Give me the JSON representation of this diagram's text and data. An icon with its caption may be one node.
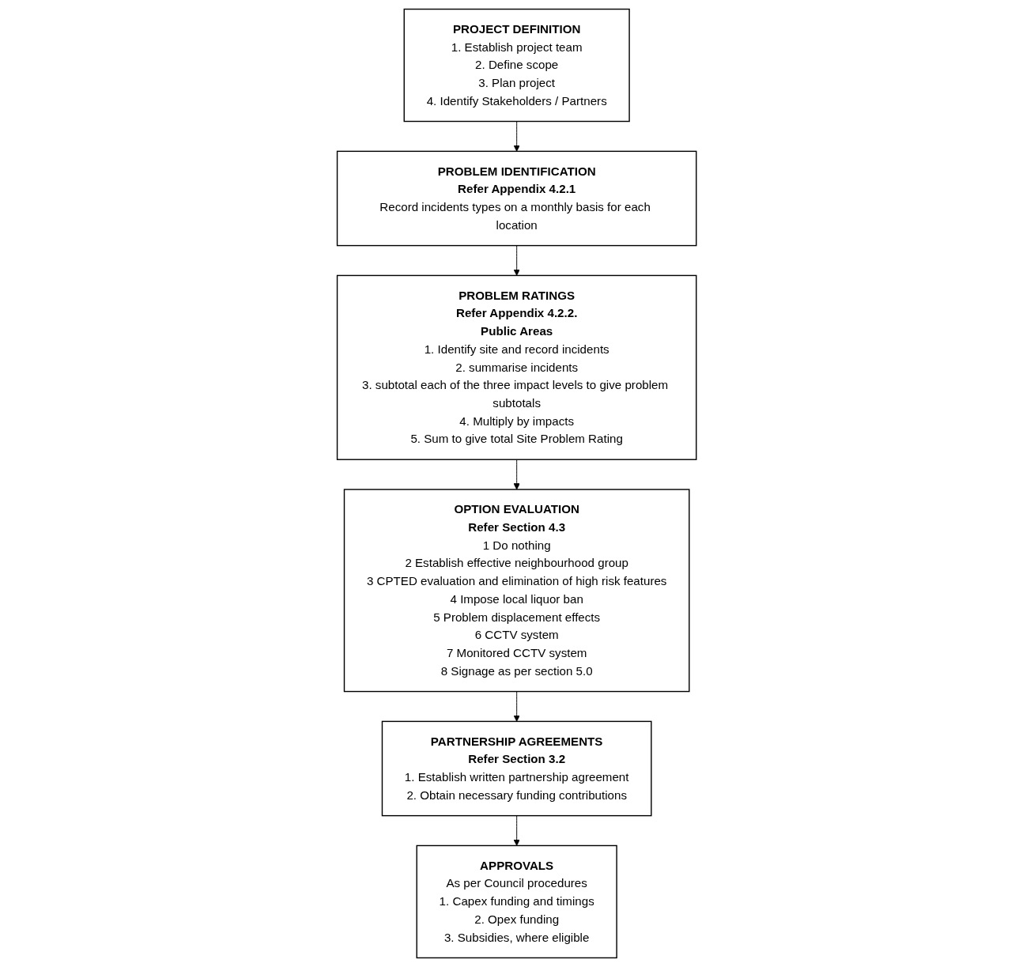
{
  "diagram": {
    "nodes": [
      {
        "text": [
          "PROJECT DEFINITION",
          "1. Establish project team",
          "2. Define scope",
          "3. Plan project",
          "4. Identify Stakeholders / Partners"
        ]
      },
      {
        "text": [
          "PROBLEM IDENTIFICATION",
          "Refer Appendix 4.2.1",
          "Record incidents types on a monthly basis for each location"
        ]
      },
      {
        "text": [
          "PROBLEM RATINGS",
          "Refer Appendix 4.2.2.",
          "Public Areas",
          "1. Identify site and record incidents",
          "2. summarise incidents",
          "3. subtotal each of the three impact levels to give problem subtotals",
          "4. Multiply by impacts",
          "5. Sum to give total Site Problem Rating"
        ]
      },
      {
        "text": [
          "OPTION EVALUATION",
          "Refer Section 4.3",
          "1 Do nothing",
          "2 Establish effective neighbourhood group",
          "3 CPTED evaluation and elimination of high risk features",
          "4 Impose local liquor ban",
          "5 Problem displacement effects",
          "6 CCTV system",
          "7 Monitored CCTV system",
          "8 Signage as per section 5.0"
        ]
      },
      {
        "text": [
          "PARTNERSHIP AGREEMENTS",
          "Refer Section 3.2",
          "1. Establish written partnership agreement",
          "2. Obtain necessary funding contributions"
        ]
      },
      {
        "text": [
          "APPROVALS",
          "As per Council procedures",
          "1. Capex funding and timings",
          "2. Opex funding",
          "3. Subsidies, where eligible"
        ]
      }
    ],
    "edges": [
      {
        "from": 0,
        "to": 1,
        "arrow": "to"
      },
      {
        "from": 1,
        "to": 2,
        "arrow": "to"
      },
      {
        "from": 2,
        "to": 3,
        "arrow": "to"
      },
      {
        "from": 3,
        "to": 4,
        "arrow": "to"
      },
      {
        "from": 4,
        "to": 5,
        "arrow": "to"
      }
    ]
  }
}
